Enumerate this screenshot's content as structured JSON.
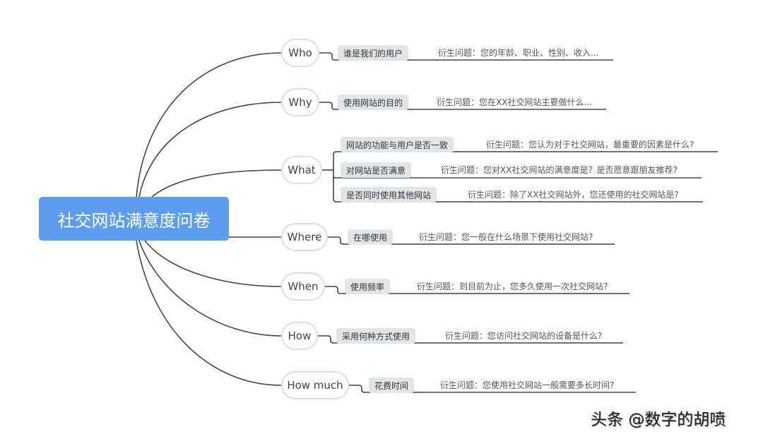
{
  "title": "社交网站满意度问卷",
  "branches": [
    {
      "label": "Who",
      "children": [
        {
          "topic": "谁是我们的用户",
          "question": "衍生问题：您的年龄、职业、性别、收入..."
        }
      ]
    },
    {
      "label": "Why",
      "children": [
        {
          "topic": "使用网站的目的",
          "question": "衍生问题：您在XX社交网站主要做什么..."
        }
      ]
    },
    {
      "label": "What",
      "children": [
        {
          "topic": "网站的功能与用户是否一致",
          "question": "衍生问题：您认为对于社交网站，最重要的因素是什么?"
        },
        {
          "topic": "对网站是否满意",
          "question": "衍生问题：您对XX社交网站的满意度是？是否愿意跟朋友推荐?"
        },
        {
          "topic": "是否同时使用其他网站",
          "question": "衍生问题：除了XX社交网站外，您还使用的社交网站是?"
        }
      ]
    },
    {
      "label": "Where",
      "children": [
        {
          "topic": "在哪使用",
          "question": "衍生问题：您一般在什么场景下使用社交网站?"
        }
      ]
    },
    {
      "label": "When",
      "children": [
        {
          "topic": "使用频率",
          "question": "衍生问题：到目前为止，您多久使用一次社交网站?"
        }
      ]
    },
    {
      "label": "How",
      "children": [
        {
          "topic": "采用何种方式使用",
          "question": "衍生问题：您访问社交网站的设备是什么?"
        }
      ]
    },
    {
      "label": "How much",
      "children": [
        {
          "topic": "花费时间",
          "question": "衍生问题：您使用社交网站一般需要多长时间?"
        }
      ]
    }
  ],
  "watermark": "头条 @数字的胡喷",
  "colors": {
    "root": "#5c9df0",
    "node_border": "#d3e0ef",
    "topic_bg": "#e2e5e8",
    "line": "#444444"
  }
}
